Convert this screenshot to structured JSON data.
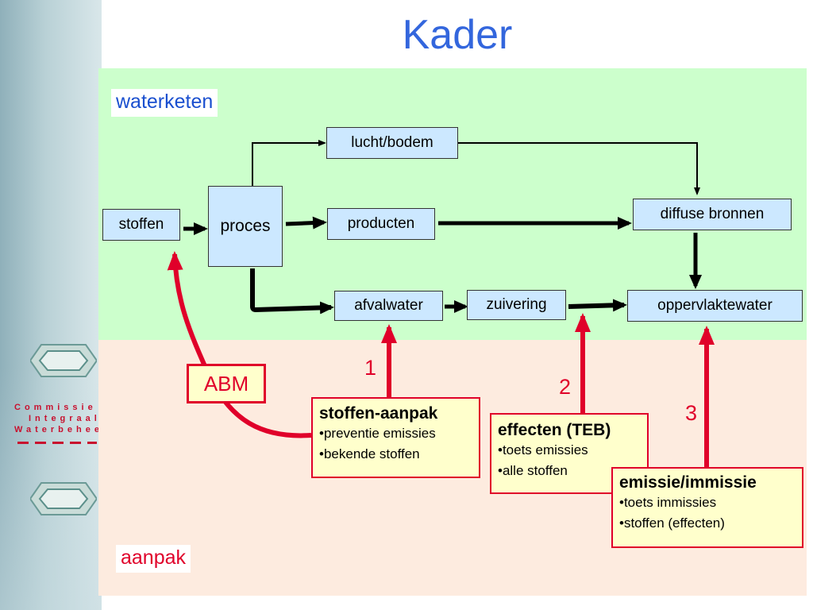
{
  "title": "Kader",
  "sections": {
    "top_label": "waterketen",
    "bottom_label": "aanpak"
  },
  "logo": {
    "lines": [
      "Commissie",
      "Integraal",
      "Waterbeheer"
    ]
  },
  "nodes": {
    "lucht_bodem": "lucht/bodem",
    "stoffen": "stoffen",
    "proces": "proces",
    "producten": "producten",
    "diffuse_bronnen": "diffuse bronnen",
    "afvalwater": "afvalwater",
    "zuivering": "zuivering",
    "oppervlaktewater": "oppervlaktewater"
  },
  "abm": "ABM",
  "numbers": [
    "1",
    "2",
    "3"
  ],
  "annotations": {
    "stoffen_aanpak": {
      "title": "stoffen-aanpak",
      "items": [
        "•preventie emissies",
        "•bekende stoffen"
      ]
    },
    "effecten": {
      "title": "effecten (TEB)",
      "items": [
        "•toets emissies",
        "•alle stoffen"
      ]
    },
    "emissie": {
      "title": "emissie/immissie",
      "items": [
        "•toets immissies",
        "•stoffen (effecten)"
      ]
    }
  },
  "colors": {
    "title": "#3366dd",
    "accent_red": "#e0002a",
    "node_fill": "#cce8ff",
    "top_panel": "#ccffcc",
    "bottom_panel": "#fdebdf",
    "annotation_fill": "#ffffcc"
  }
}
